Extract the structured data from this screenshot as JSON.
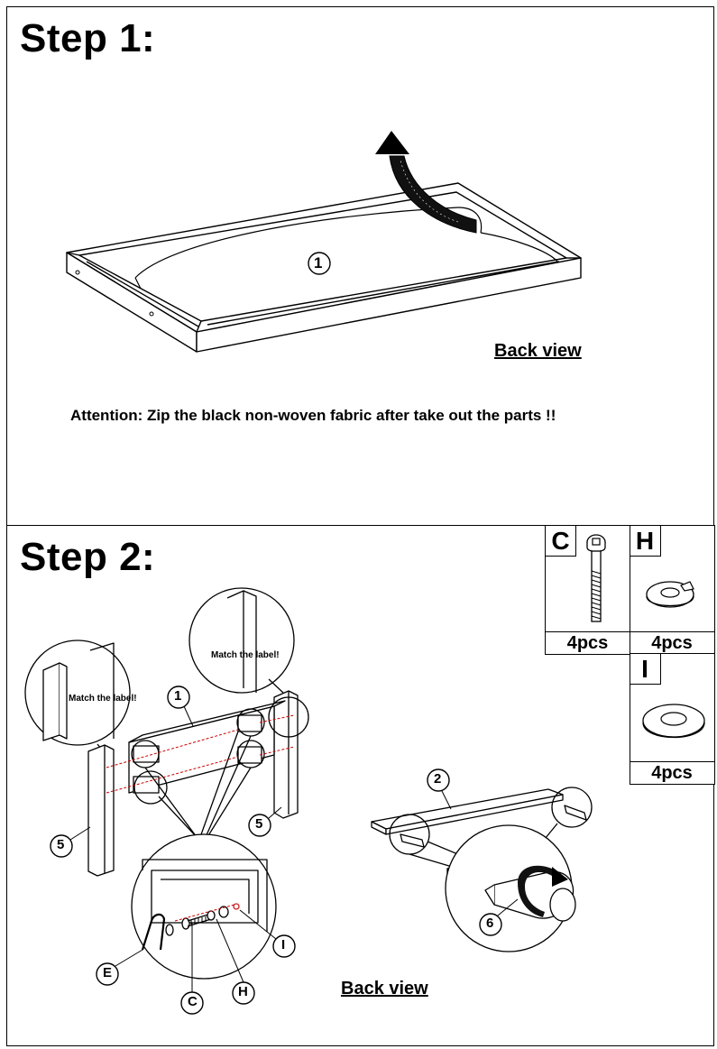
{
  "step1": {
    "title": "Step 1:",
    "part_label": "1",
    "view_label": "Back view",
    "attention": "Attention: Zip the black non-woven fabric after take out the parts !!"
  },
  "step2": {
    "title": "Step 2:",
    "callout_left": "Match the label!",
    "callout_right": "Match the label!",
    "part_labels": [
      "1",
      "5",
      "5",
      "2",
      "6"
    ],
    "hardware_labels": [
      "E",
      "C",
      "H",
      "I"
    ],
    "view_label": "Back view"
  },
  "parts": [
    {
      "letter": "C",
      "quantity": "4pcs",
      "icon": "bolt-icon"
    },
    {
      "letter": "H",
      "quantity": "4pcs",
      "icon": "split-washer-icon"
    },
    {
      "letter": "I",
      "quantity": "4pcs",
      "icon": "flat-washer-icon"
    }
  ]
}
